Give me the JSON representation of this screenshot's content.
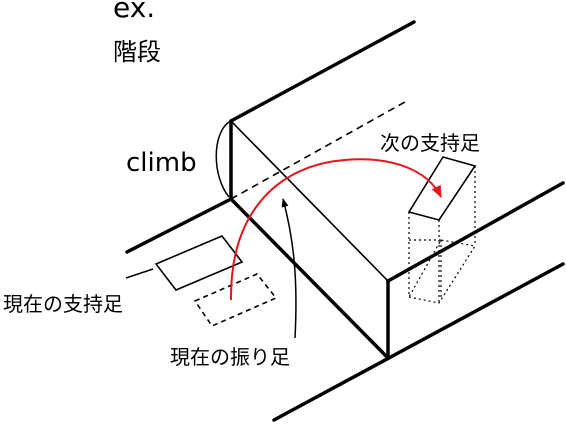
{
  "labels": {
    "example": "ex.",
    "subject": "階段",
    "climb": "climb",
    "next_support_foot": "次の支持足",
    "current_support_foot": "現在の支持足",
    "current_swing_foot": "現在の振り足"
  },
  "colors": {
    "trajectory": "#e8141c",
    "line": "#000000",
    "background": "#ffffff"
  }
}
